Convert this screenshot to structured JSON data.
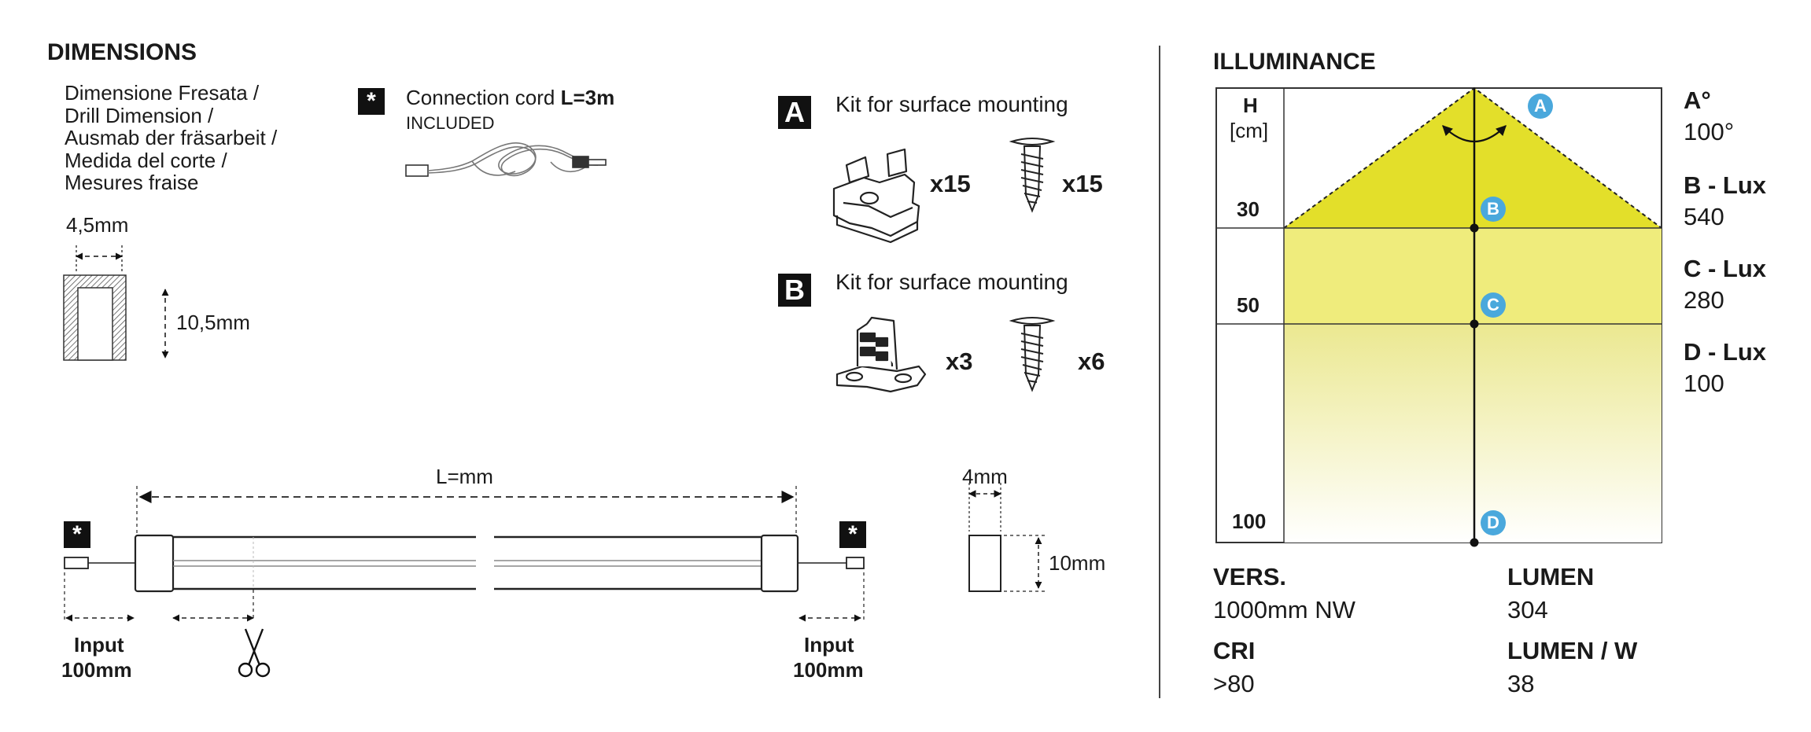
{
  "dimensions": {
    "title": "DIMENSIONS",
    "drill_lines": [
      "Dimensione Fresata /",
      "Drill Dimension /",
      "Ausmab der fräsarbeit /",
      "Medida del corte /",
      "Mesures fraise"
    ],
    "drill_width": "4,5mm",
    "drill_height": "10,5mm",
    "cord_badge": "*",
    "cord_label_prefix": "Connection cord ",
    "cord_label_bold": "L=3m",
    "cord_included": "INCLUDED",
    "profile_length": "L=mm",
    "profile_width": "4mm",
    "profile_height": "10mm",
    "left_badge": "*",
    "right_badge": "*",
    "input_left_1": "Input",
    "input_left_2": "100mm",
    "input_right_1": "Input",
    "input_right_2": "100mm"
  },
  "kits": [
    {
      "badge": "A",
      "label": "Kit for surface mounting",
      "clip_qty": "x15",
      "screw_qty": "x15"
    },
    {
      "badge": "B",
      "label": "Kit for surface mounting",
      "clip_qty": "x3",
      "screw_qty": "x6"
    }
  ],
  "illuminance": {
    "title": "ILLUMINANCE",
    "h_label": "H",
    "unit_label": "[cm]",
    "rows": [
      "30",
      "50",
      "100"
    ],
    "points": [
      "A",
      "B",
      "C",
      "D"
    ],
    "angle_label": "A°",
    "angle_value": "100°",
    "b_label": "B - Lux",
    "b_value": "540",
    "c_label": "C - Lux",
    "c_value": "280",
    "d_label": "D - Lux",
    "d_value": "100",
    "colors": {
      "light_top": "#e3df2a",
      "light_mid": "#efec7c",
      "light_fade": "#ffffff",
      "point": "#4aa8dc",
      "grid": "#333333"
    }
  },
  "specs": {
    "vers_label": "VERS.",
    "vers_value": "1000mm NW",
    "lumen_label": "LUMEN",
    "lumen_value": "304",
    "cri_label": "CRI",
    "cri_value": ">80",
    "lumen_w_label": "LUMEN / W",
    "lumen_w_value": "38"
  }
}
